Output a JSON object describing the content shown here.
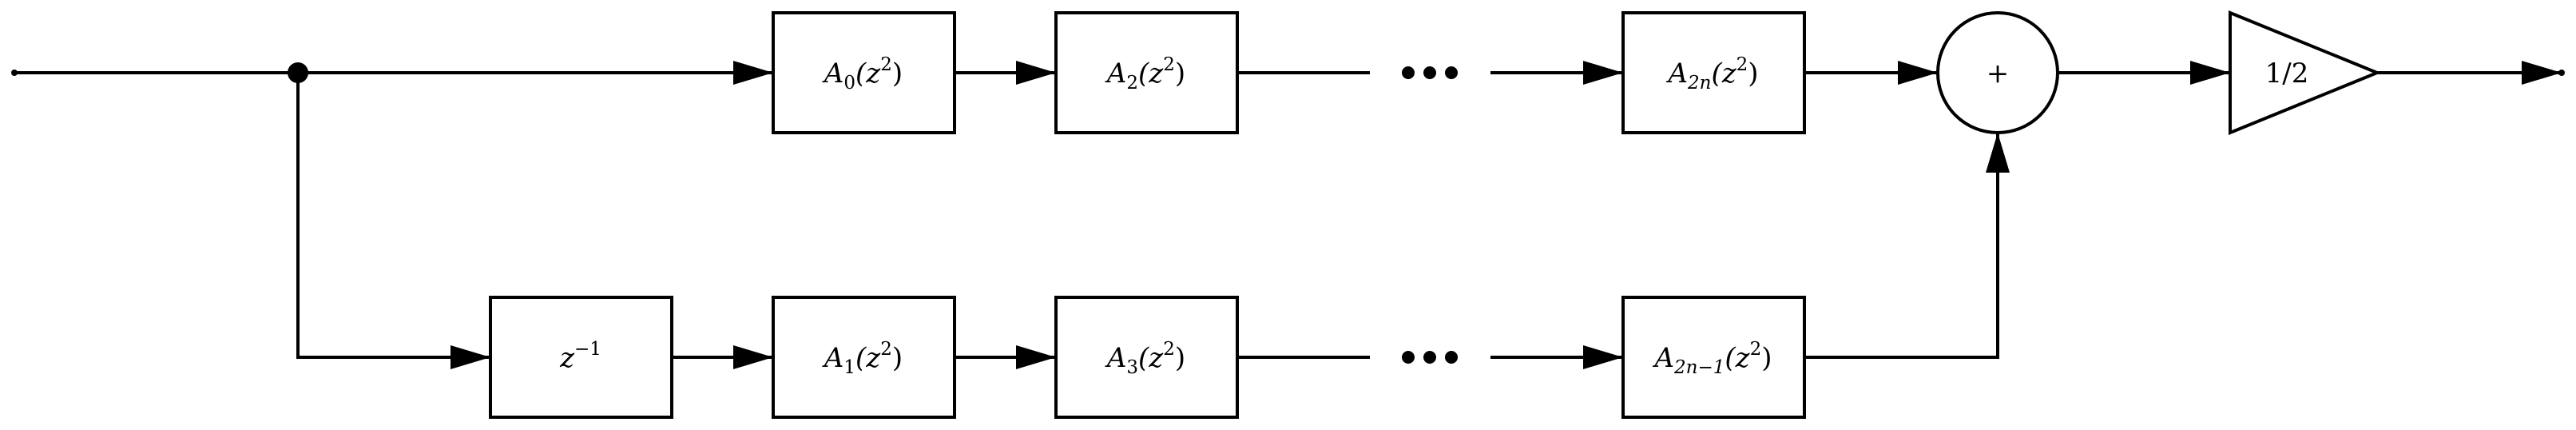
{
  "upper_branch": [
    {
      "base": "A",
      "index": "0",
      "arg_open": "(z",
      "power": "2",
      "arg_close": ")"
    },
    {
      "base": "A",
      "index": "2",
      "arg_open": "(z",
      "power": "2",
      "arg_close": ")"
    },
    {
      "base": "A",
      "index": "2n",
      "arg_open": "(z",
      "power": "2",
      "arg_close": ")"
    }
  ],
  "lower_branch": [
    {
      "base": "A",
      "index": "1",
      "arg_open": "(z",
      "power": "2",
      "arg_close": ")"
    },
    {
      "base": "A",
      "index": "3",
      "arg_open": "(z",
      "power": "2",
      "arg_close": ")"
    },
    {
      "base": "A",
      "index": "2n−1",
      "arg_open": "(z",
      "power": "2",
      "arg_close": ")"
    }
  ],
  "delay": {
    "base": "z",
    "power": "−1"
  },
  "summer": {
    "symbol": "+"
  },
  "gain": {
    "value": "1/2"
  }
}
